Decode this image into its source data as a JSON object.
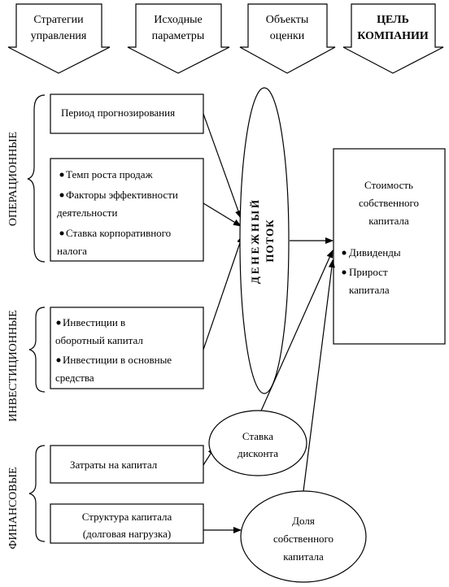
{
  "headers": [
    {
      "lines": [
        "Стратегии",
        "управления"
      ],
      "bold": false
    },
    {
      "lines": [
        "Исходные",
        "параметры"
      ],
      "bold": false
    },
    {
      "lines": [
        "Объекты",
        "оценки"
      ],
      "bold": false
    },
    {
      "lines": [
        "ЦЕЛЬ",
        "КОМПАНИИ"
      ],
      "bold": true
    }
  ],
  "groups": {
    "operational": "ОПЕРАЦИОННЫЕ",
    "investment": "ИНВЕСТИЦИОННЫЕ",
    "financial": "ФИНАНСОВЫЕ"
  },
  "boxes": {
    "forecast_period": "Период прогнозирования",
    "operational_bullets": [
      [
        "Темп роста продаж"
      ],
      [
        "Факторы эффективности",
        "деятельности"
      ],
      [
        "Ставка корпоративного",
        "налога"
      ]
    ],
    "investment_bullets": [
      [
        "Инвестиции в",
        "оборотный капитал"
      ],
      [
        "Инвестиции в основные",
        "средства"
      ]
    ],
    "capital_costs": "Затраты на капитал",
    "capital_structure": [
      "Структура капитала",
      "(долговая нагрузка)"
    ]
  },
  "ellipses": {
    "cash_flow": [
      "ДЕНЕЖНЫЙ",
      "ПОТОК"
    ],
    "discount_rate": [
      "Ставка",
      "дисконта"
    ],
    "equity_share": [
      "Доля",
      "собственного",
      "капитала"
    ]
  },
  "goal": {
    "title": [
      "Стоимость",
      "собственного",
      "капитала"
    ],
    "bullets": [
      [
        "Дивиденды"
      ],
      [
        "Прирост",
        "капитала"
      ]
    ]
  }
}
